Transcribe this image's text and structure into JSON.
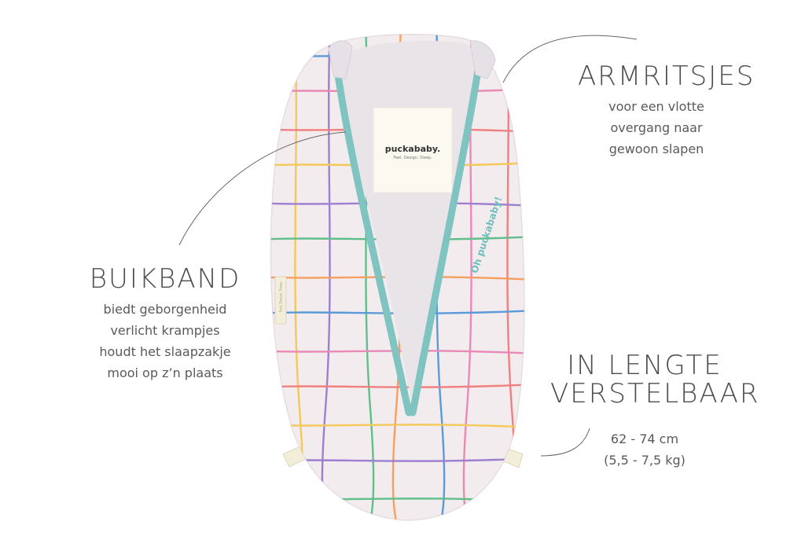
{
  "features": {
    "armritsjes": {
      "title": "ARMRITSJES",
      "lines": [
        "voor een vlotte",
        "overgang naar",
        "gewoon slapen"
      ]
    },
    "buikband": {
      "title": "BUIKBAND",
      "lines": [
        "biedt geborgenheid",
        "verlicht krampjes",
        "houdt het slaapzakje",
        "mooi op z’n plaats"
      ]
    },
    "lengte": {
      "title_lines": [
        "IN LENGTE",
        "VERSTELBAAR"
      ],
      "lines": [
        "62 - 74 cm",
        "(5,5 - 7,5 kg)"
      ]
    }
  },
  "product": {
    "label_brand": "puckababy.",
    "label_tagline": "Feel. Design. Sleep.",
    "print_text": "Oh puckababy!",
    "tag_text": "Feel. Design. Sleep.",
    "colors": {
      "fabric": "#f1e9ec",
      "inner": "#e8e4e8",
      "zipper_trim": "#7fc4c0",
      "grid_lines": [
        "#f08080",
        "#f5c85a",
        "#9d7fd0",
        "#5fbf8a",
        "#f5a060",
        "#5a9ad8",
        "#e88ab5"
      ]
    }
  }
}
